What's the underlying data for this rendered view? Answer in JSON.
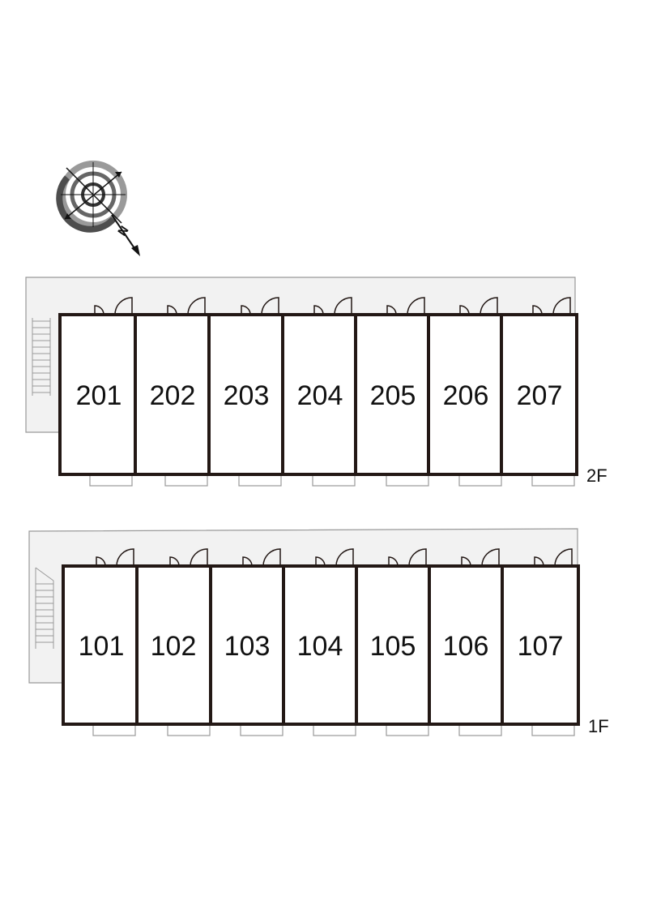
{
  "compass": {
    "label": "N"
  },
  "floors": [
    {
      "label": "2F",
      "units": [
        "201",
        "202",
        "203",
        "204",
        "205",
        "206",
        "207"
      ]
    },
    {
      "label": "1F",
      "units": [
        "101",
        "102",
        "103",
        "104",
        "105",
        "106",
        "107"
      ]
    }
  ],
  "colors": {
    "wall": "#231815",
    "walkway": "#f2f2f2",
    "walkway_edge": "#999999",
    "compass_ring": "#9a9a9a",
    "compass_ring_dark": "#4d4d4d"
  }
}
